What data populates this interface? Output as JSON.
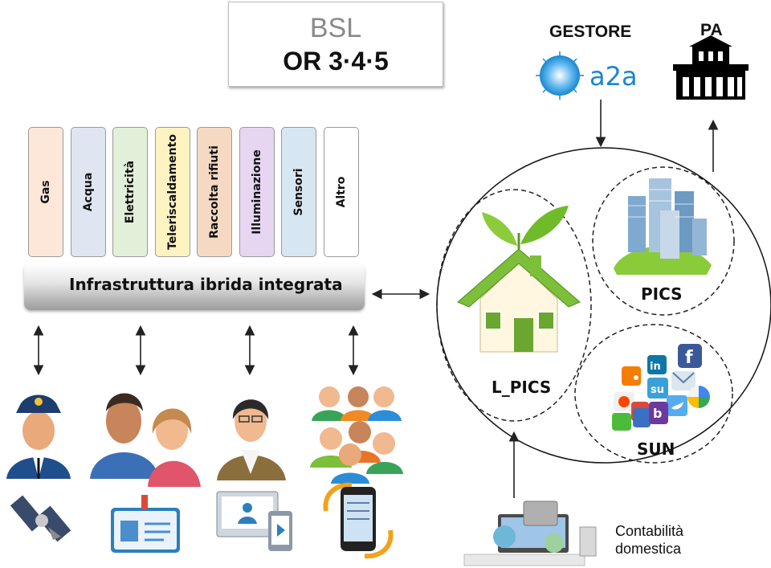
{
  "header": {
    "bsl": "BSL",
    "or": "OR 3·4·5"
  },
  "gestore": {
    "label": "GESTORE",
    "logo_text": "a2a"
  },
  "pa": {
    "label": "PA"
  },
  "columns": [
    {
      "label": "Gas",
      "color": "#fde7d8"
    },
    {
      "label": "Acqua",
      "color": "#dfe6f2"
    },
    {
      "label": "Elettricità",
      "color": "#e2efd9"
    },
    {
      "label": "Teleriscaldamento",
      "color": "#fff3c2"
    },
    {
      "label": "Raccolta rifiuti",
      "color": "#f5d9c2"
    },
    {
      "label": "Illuminazione",
      "color": "#e6d6f2"
    },
    {
      "label": "Sensori",
      "color": "#d6e6f2"
    },
    {
      "label": "Altro",
      "color": "#ffffff"
    }
  ],
  "infrastructure": {
    "label": "Infrastruttura ibrida integrata"
  },
  "circles": {
    "l_pics": "L_PICS",
    "pics": "PICS",
    "sun": "SUN"
  },
  "contabilita": {
    "line1": "Contabilità",
    "line2": "domestica"
  },
  "colors": {
    "green": "#5aa832",
    "blue": "#2f6fb0",
    "gray": "#9c9c9c"
  }
}
